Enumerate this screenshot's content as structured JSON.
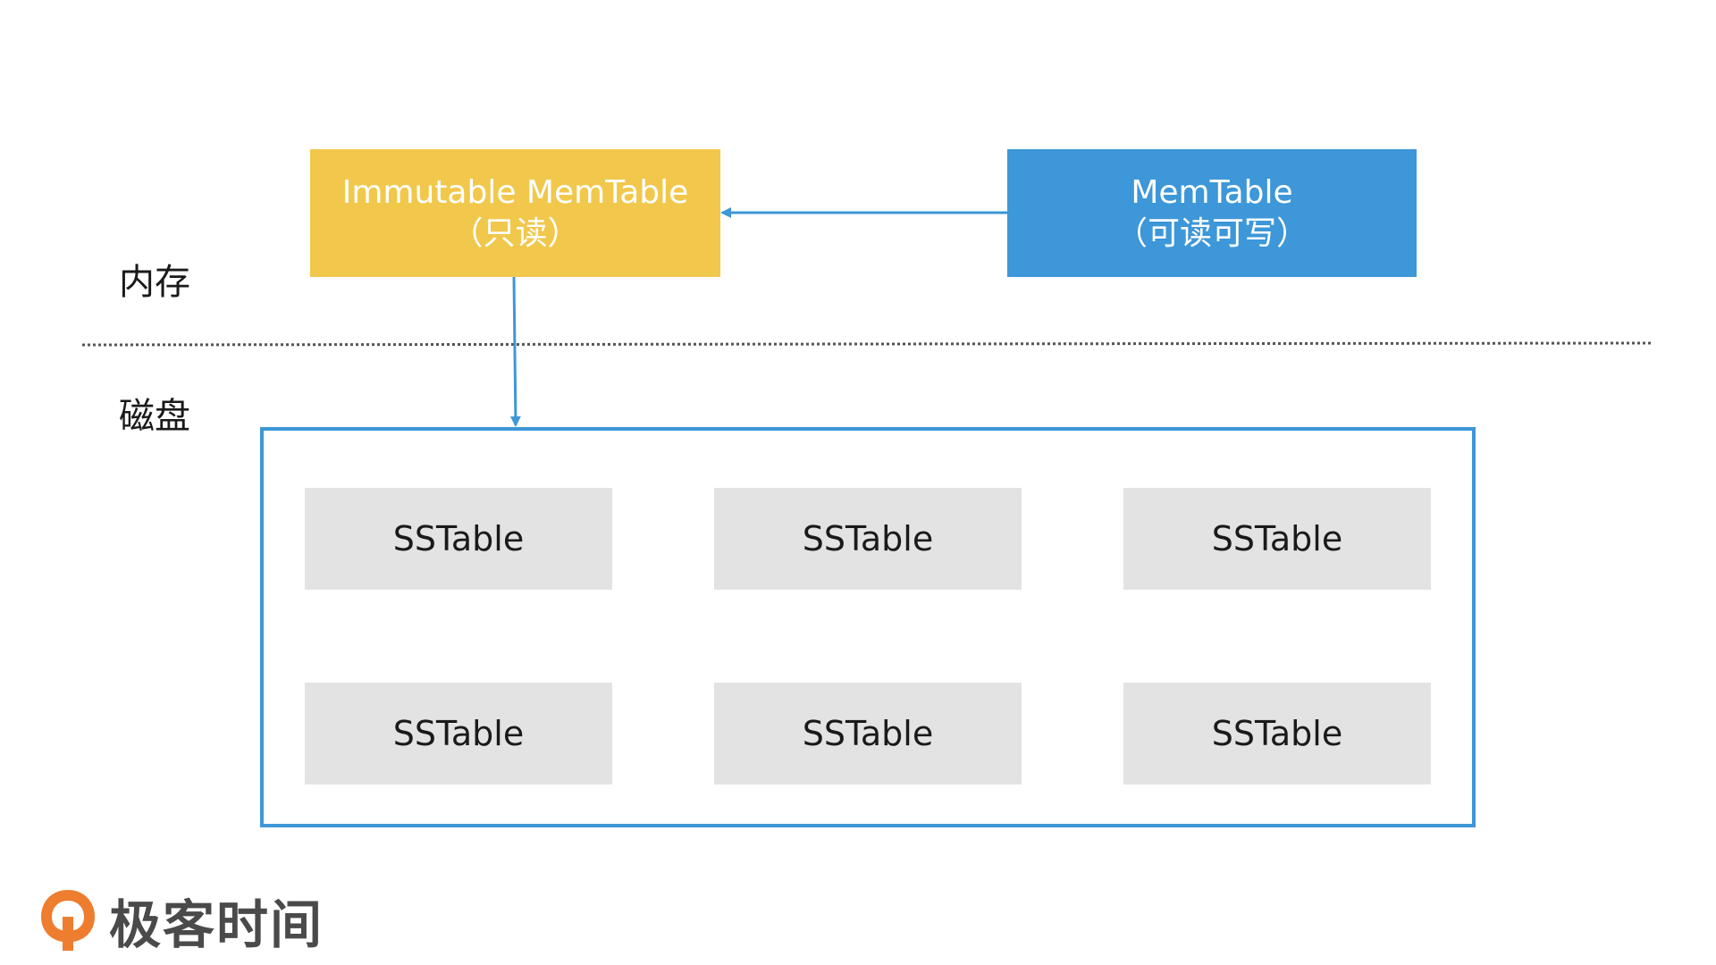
{
  "labels": {
    "memory": "内存",
    "disk": "磁盘"
  },
  "immutable_memtable": {
    "line1": "Immutable MemTable",
    "line2": "（只读）"
  },
  "memtable": {
    "line1": "MemTable",
    "line2": "（可读可写）"
  },
  "sstables": [
    "SSTable",
    "SSTable",
    "SSTable",
    "SSTable",
    "SSTable",
    "SSTable"
  ],
  "logo": {
    "text": "极客时间"
  },
  "colors": {
    "immutable_fill": "#f1c84c",
    "memtable_fill": "#3d97d8",
    "connector": "#3d97d8",
    "sstable_fill": "#e3e3e3",
    "logo_orange": "#ee7d2f"
  }
}
